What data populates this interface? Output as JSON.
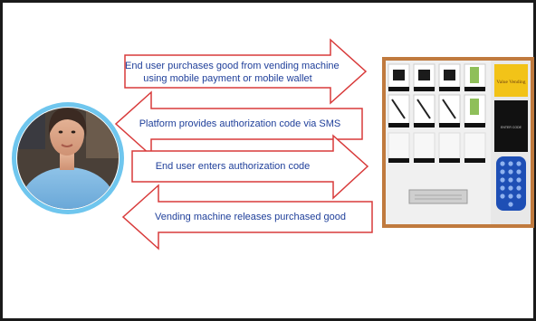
{
  "steps": [
    {
      "line1": "End user purchases good from vending machine",
      "line2": "using mobile payment or mobile wallet"
    },
    {
      "line1": "Platform provides authorization code via SMS"
    },
    {
      "line1": "End user enters authorization code"
    },
    {
      "line1": "Vending machine releases purchased good"
    }
  ],
  "vending_machine": {
    "brand_label": "Value Vending",
    "screen_text": "ENTER CODE"
  },
  "colors": {
    "arrow_stroke": "#d83a3a",
    "label_text": "#1f3f9a",
    "avatar_ring": "#6fc6ee",
    "machine_frame": "#c07a3e",
    "brand_yellow": "#f2c318",
    "keypad_blue": "#1e4fb5"
  }
}
